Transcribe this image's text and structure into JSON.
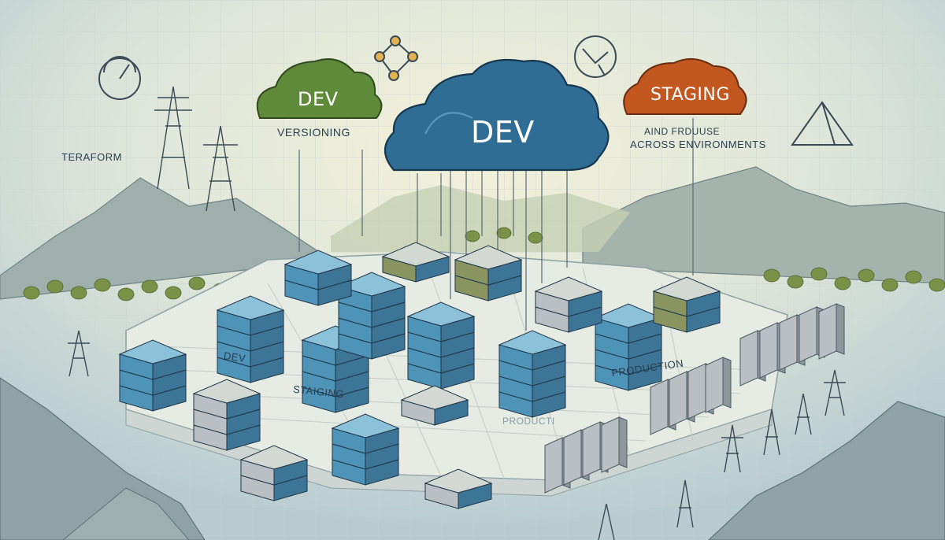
{
  "labels": {
    "terraform": "TERAFORM",
    "versioning": "VERSIONING",
    "and_frouse": "AIND FRDUUSE",
    "across_environments": "ACROSS ENVIRONMENTS",
    "dev_ground": "DEV",
    "staging_ground": "STAIGING",
    "production_ground": "PRODUCTION",
    "production_faded": "PRODUCTI"
  },
  "clouds": {
    "dev_green": {
      "label": "DEV",
      "color": "#5f8a3a"
    },
    "dev_blue": {
      "label": "DEV",
      "color": "#2f6d94"
    },
    "staging_orange": {
      "label": "STAGING",
      "color": "#c2571f"
    }
  },
  "colors": {
    "server_blue": "#4e93b8",
    "server_olive": "#8a9460",
    "server_gray": "#b9bfc2",
    "mountain": "#8fa3a4",
    "trees": "#6b8240",
    "grid": "#c4ccc6",
    "ink": "#2a3d4f"
  },
  "icons": [
    "gauge-icon",
    "network-nodes-icon",
    "circle-arrow-icon",
    "triangle-icon",
    "power-tower-icon"
  ]
}
